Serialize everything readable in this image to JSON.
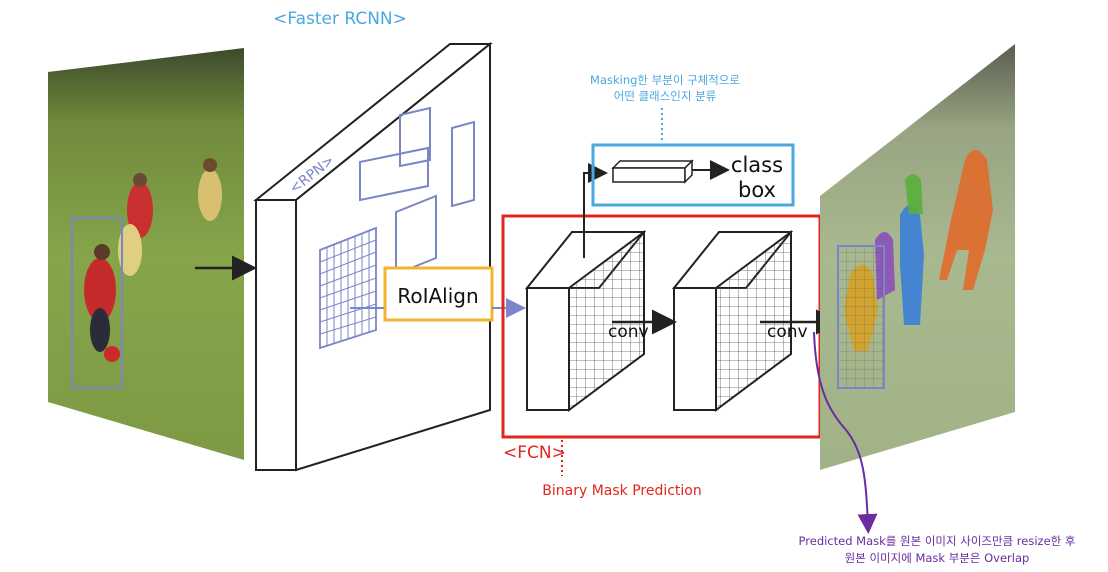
{
  "labels": {
    "faster_rcnn": "<Faster RCNN>",
    "rpn": "<RPN>",
    "roialign": "RoIAlign",
    "fcn": "<FCN>",
    "class": "class",
    "box": "box",
    "conv1": "conv",
    "conv2": "conv",
    "binary_mask": "Binary Mask Prediction",
    "masking_note_line1": "Masking한 부분이 구체적으로",
    "masking_note_line2": "어떤 클래스인지 분류",
    "predicted_note_line1": "Predicted Mask를 원본 이미지 사이즈만큼 resize한 후",
    "predicted_note_line2": "원본 이미지에 Mask 부분은 Overlap"
  },
  "colors": {
    "blue": "#4aa8e0",
    "red": "#e2261e",
    "orange": "#f2b431",
    "purple": "#6a2ca0",
    "rpn_lines": "#7a86c8"
  }
}
